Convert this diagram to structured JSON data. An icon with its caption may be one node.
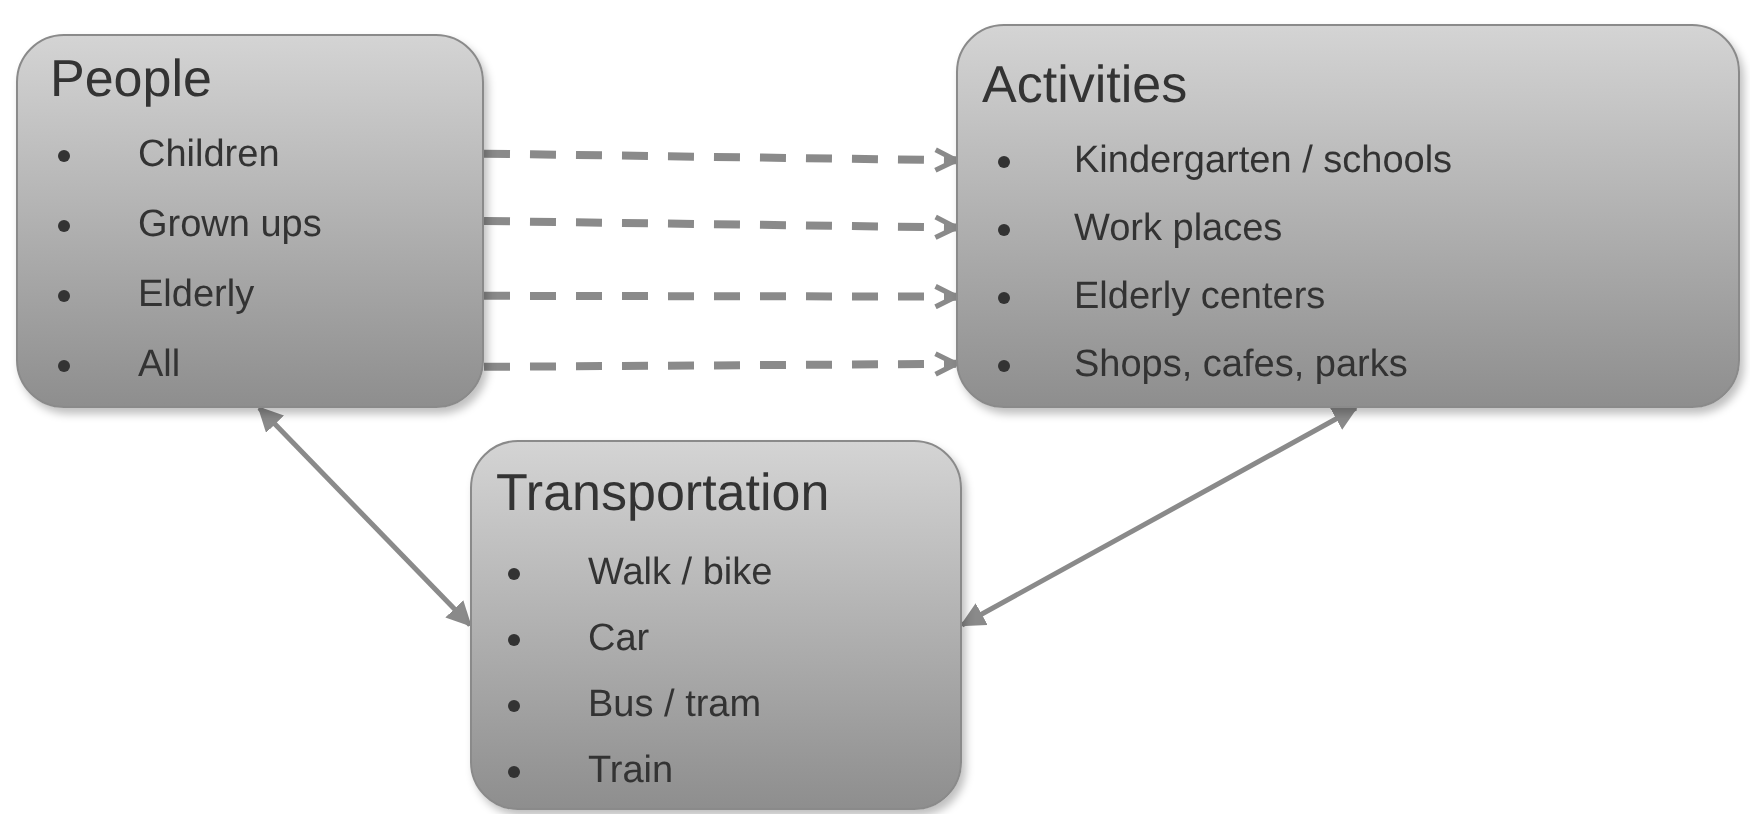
{
  "diagram": {
    "nodes": [
      {
        "text": [
          "People",
          "Children",
          "Grown ups",
          "Elderly",
          "All"
        ]
      },
      {
        "text": [
          "Activities",
          "Kindergarten / schools",
          "Work places",
          "Elderly centers",
          "Shops, cafes, parks"
        ]
      },
      {
        "text": [
          "Transportation",
          "Walk / bike",
          "Car",
          "Bus / tram",
          "Train"
        ]
      }
    ],
    "edges": [
      {
        "from": 0,
        "to": 1,
        "arrow": "to",
        "style": "dashed"
      },
      {
        "from": 0,
        "to": 1,
        "arrow": "to",
        "style": "dashed"
      },
      {
        "from": 0,
        "to": 1,
        "arrow": "to",
        "style": "dashed"
      },
      {
        "from": 0,
        "to": 1,
        "arrow": "to",
        "style": "dashed"
      },
      {
        "from": 0,
        "to": 2,
        "arrow": "both"
      },
      {
        "from": 1,
        "to": 2,
        "arrow": "both"
      }
    ]
  }
}
